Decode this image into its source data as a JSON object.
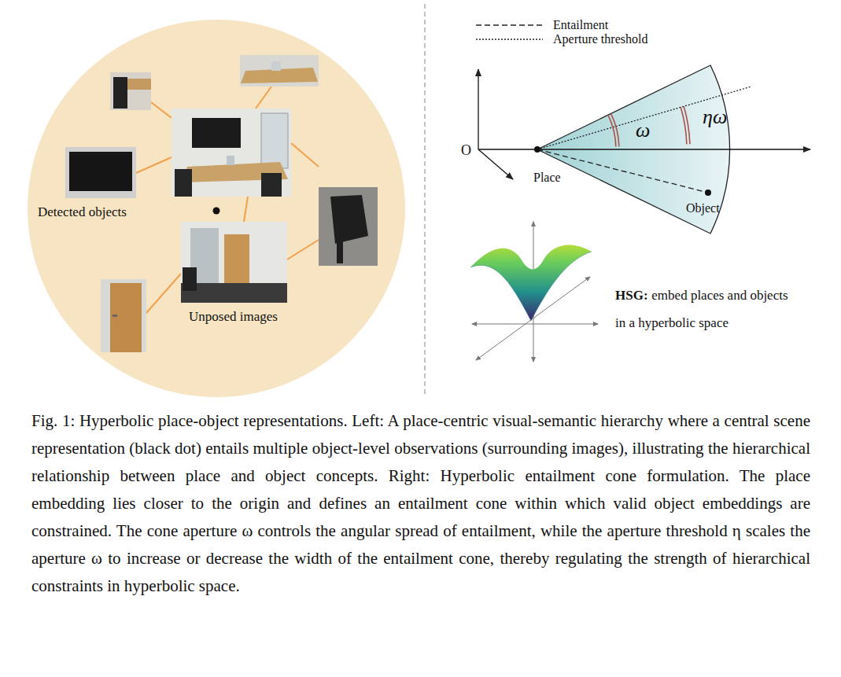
{
  "diagram": {
    "caption": "Fig. 1: Hyperbolic place-object representations. Left: A place-centric visual-semantic hierarchy where a central scene representation (black dot) entails multiple object-level observations (surrounding images), illustrating the hierarchical relationship between place and object concepts. Right: Hyperbolic entailment cone formulation. The place embedding lies closer to the origin and defines an entailment cone within which valid object embeddings are constrained. The cone aperture ω controls the angular spread of entailment, while the aperture threshold η scales the aperture ω to increase or decrease the width of the entailment cone, thereby regulating the strength of hierarchical constraints in hyperbolic space.",
    "labels": [
      "Detected objects",
      "Unposed images",
      "O",
      "Place",
      "Object",
      "ω",
      "ηω",
      "HSG:",
      "embed places and objects in a hyperbolic space"
    ],
    "legend": [
      {
        "text": "Entailment"
      },
      {
        "text": "Aperture threshold"
      }
    ]
  }
}
